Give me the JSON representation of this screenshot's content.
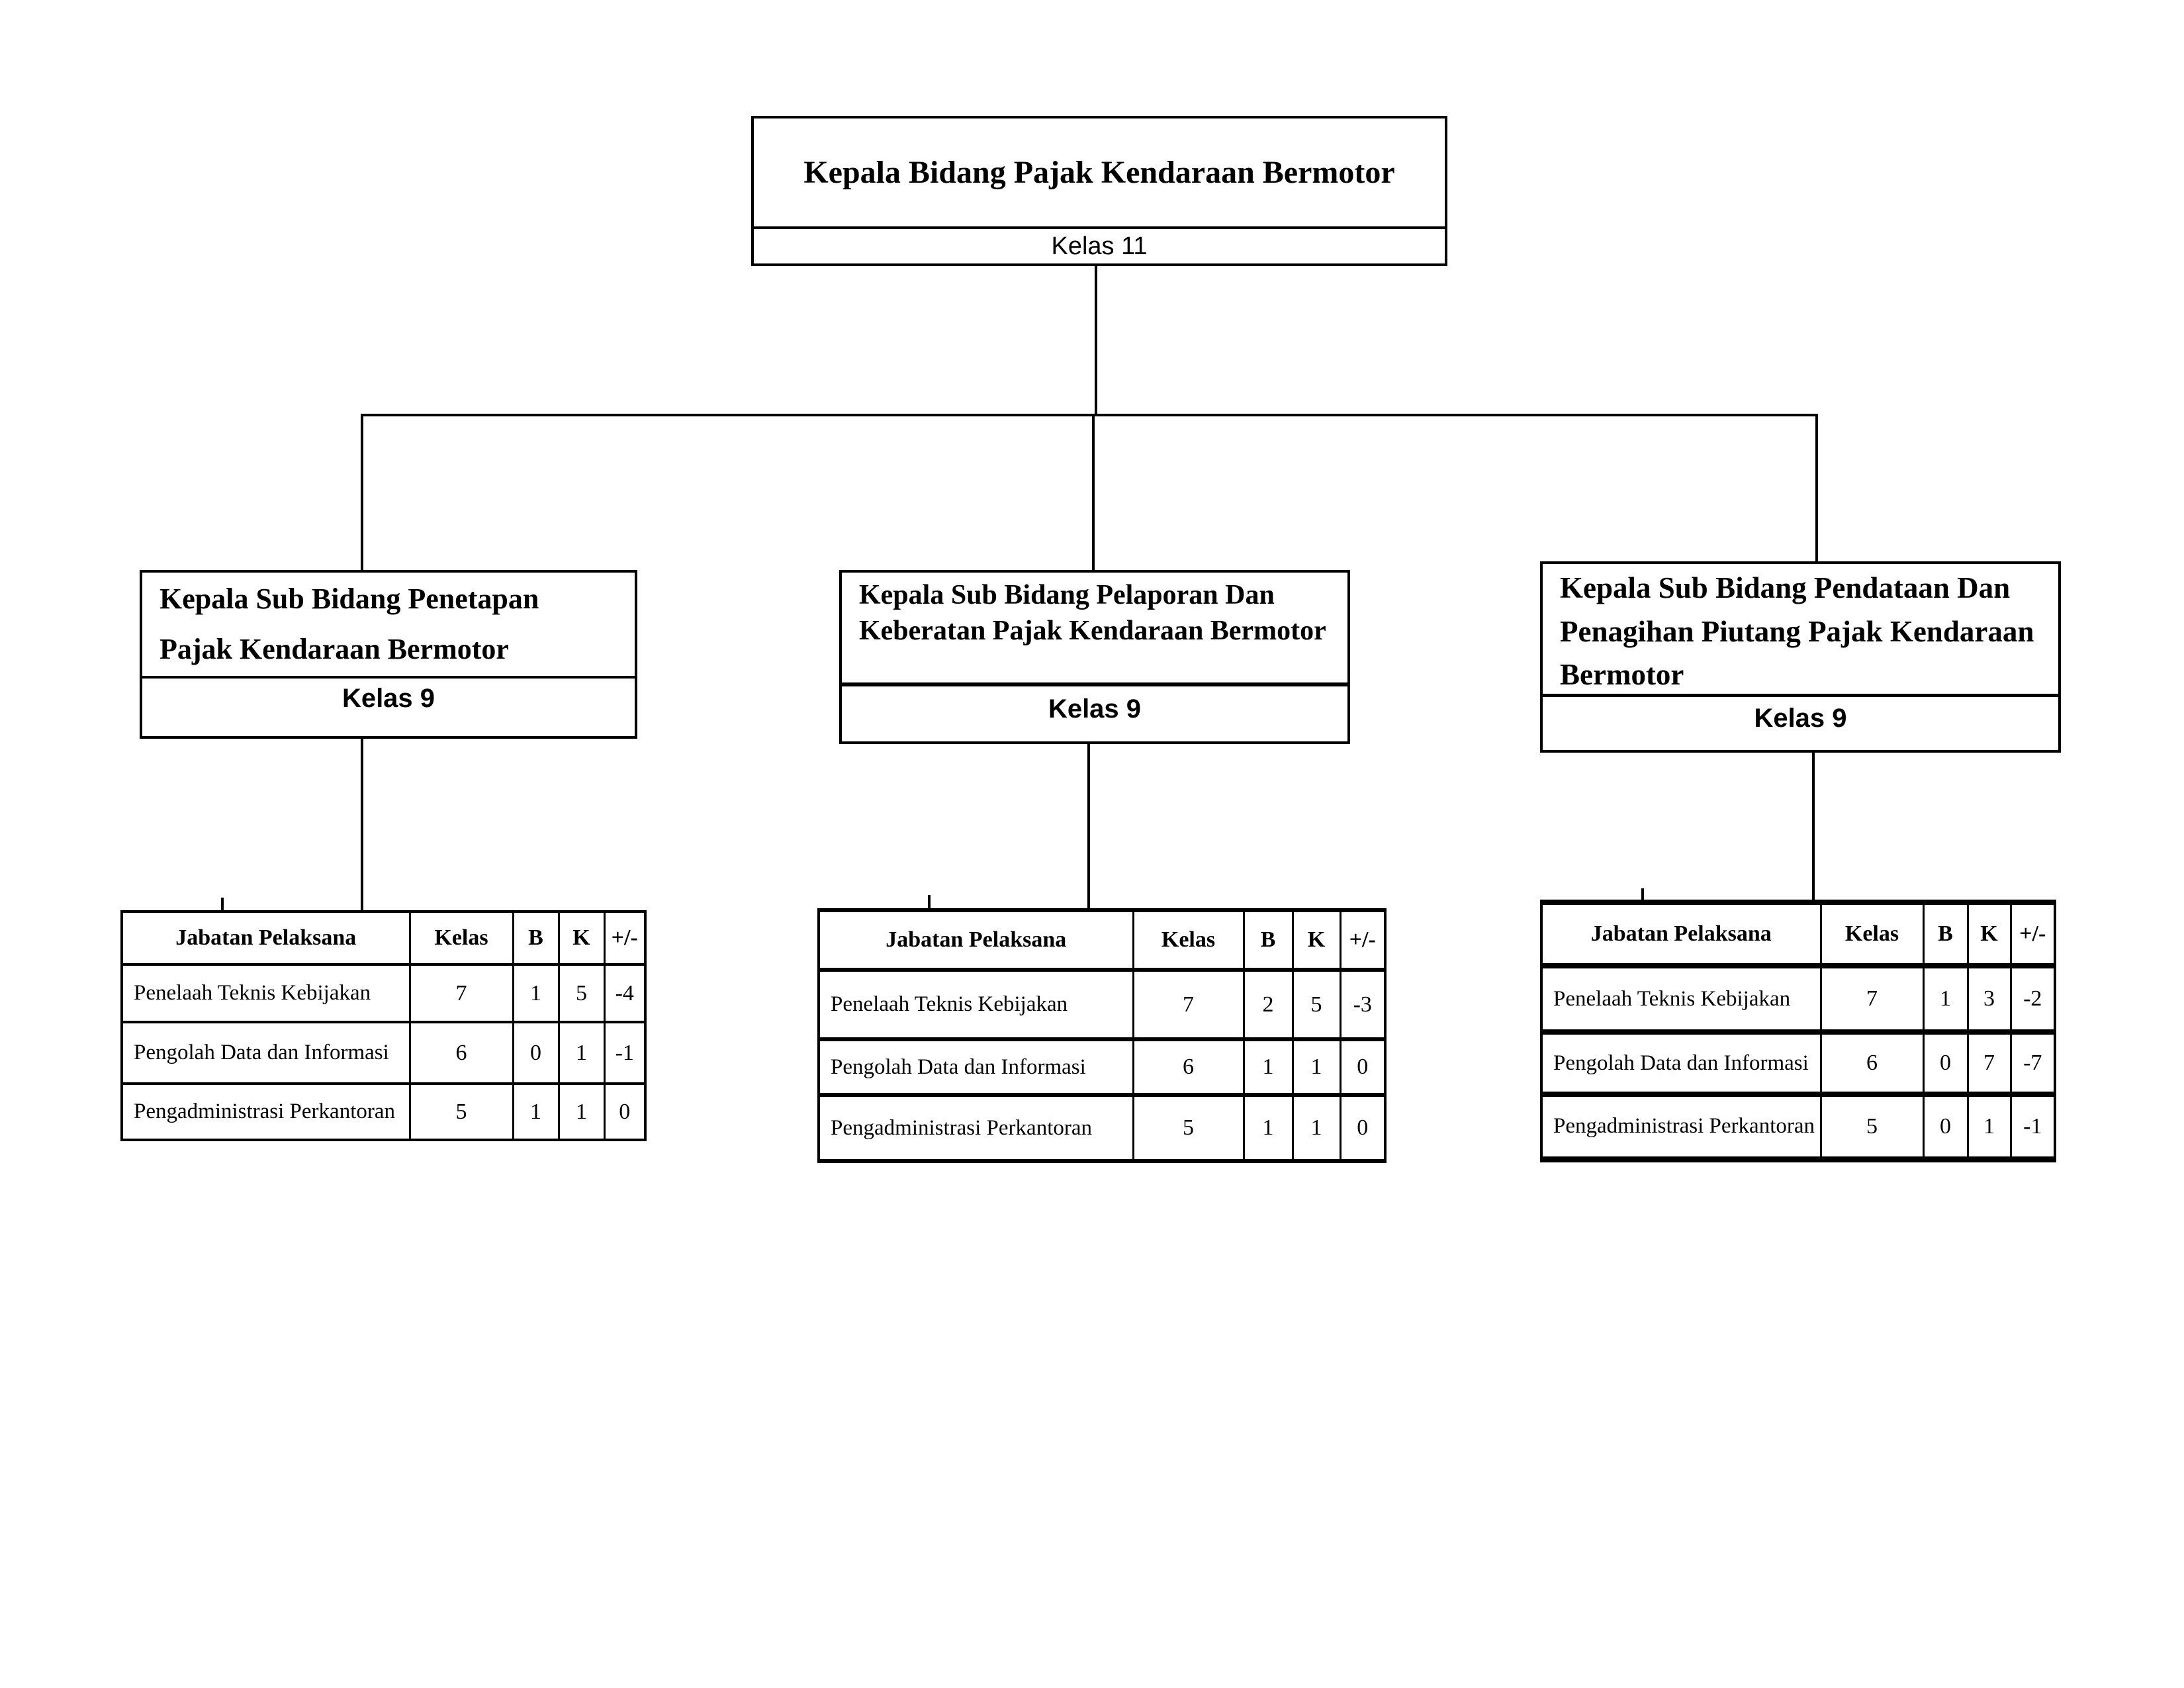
{
  "page": {
    "background": "#ffffff",
    "line_color": "#000000"
  },
  "org": {
    "root": {
      "title": "Kepala Bidang Pajak Kendaraan Bermotor",
      "kelas": "Kelas 11"
    },
    "subordinates": [
      {
        "title": "Kepala Sub Bidang Penetapan Pajak Kendaraan Bermotor",
        "kelas": "Kelas 9"
      },
      {
        "title": "Kepala Sub Bidang Pelaporan Dan Keberatan Pajak Kendaraan Bermotor",
        "kelas": "Kelas 9"
      },
      {
        "title": "Kepala Sub Bidang Pendataan Dan Penagihan Piutang Pajak Kendaraan Bermotor",
        "kelas": "Kelas 9"
      }
    ]
  },
  "tables": [
    {
      "headers": [
        "Jabatan Pelaksana",
        "Kelas",
        "B",
        "K",
        "+/-"
      ],
      "rows": [
        [
          "Penelaah Teknis Kebijakan",
          "7",
          "1",
          "5",
          "-4"
        ],
        [
          "Pengolah Data dan Informasi",
          "6",
          "0",
          "1",
          "-1"
        ],
        [
          "Pengadministrasi Perkantoran",
          "5",
          "1",
          "1",
          "0"
        ]
      ]
    },
    {
      "headers": [
        "Jabatan Pelaksana",
        "Kelas",
        "B",
        "K",
        "+/-"
      ],
      "rows": [
        [
          "Penelaah Teknis Kebijakan",
          "7",
          "2",
          "5",
          "-3"
        ],
        [
          "Pengolah Data dan Informasi",
          "6",
          "1",
          "1",
          "0"
        ],
        [
          "Pengadministrasi Perkantoran",
          "5",
          "1",
          "1",
          "0"
        ]
      ]
    },
    {
      "headers": [
        "Jabatan Pelaksana",
        "Kelas",
        "B",
        "K",
        "+/-"
      ],
      "rows": [
        [
          "Penelaah Teknis Kebijakan",
          "7",
          "1",
          "3",
          "-2"
        ],
        [
          "Pengolah Data dan Informasi",
          "6",
          "0",
          "7",
          "-7"
        ],
        [
          "Pengadministrasi Perkantoran",
          "5",
          "0",
          "1",
          "-1"
        ]
      ]
    }
  ]
}
